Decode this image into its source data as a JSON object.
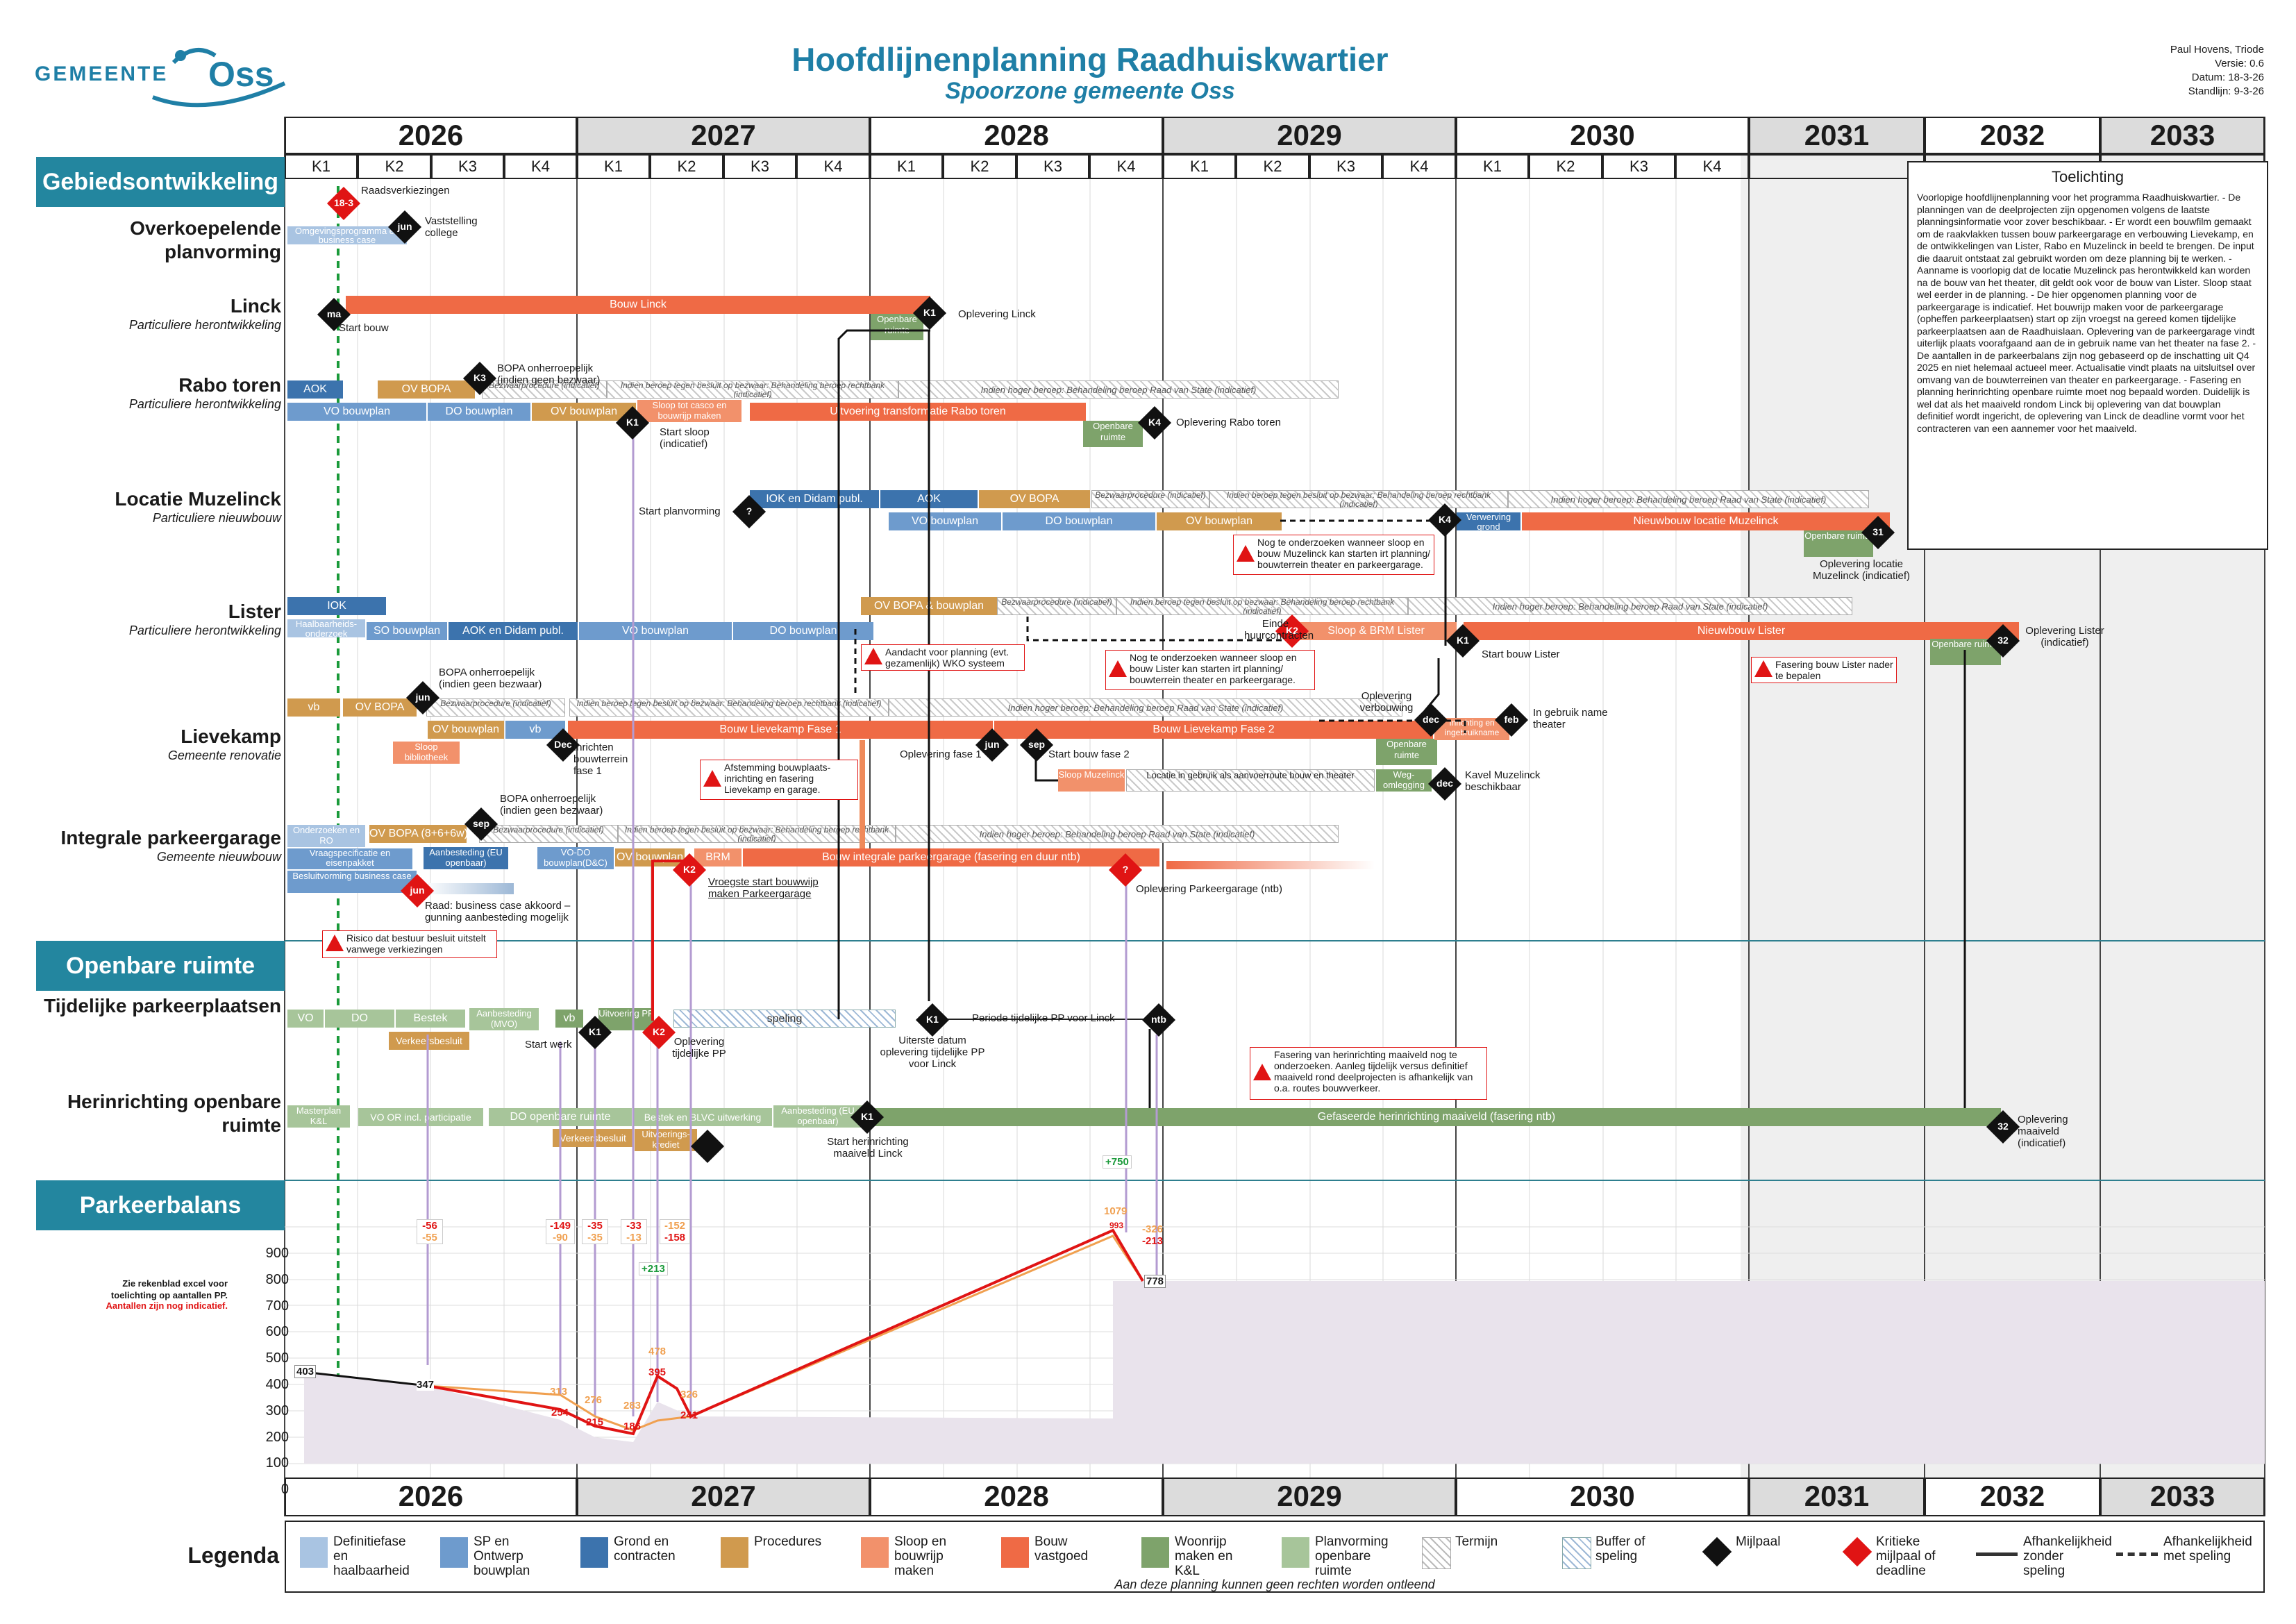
{
  "header": {
    "title": "Hoofdlijnenplanning Raadhuiskwartier",
    "subtitle": "Spoorzone gemeente Oss",
    "meta": [
      "Paul Hovens, Triode",
      "Versie: 0.6",
      "Datum: 18-3-26",
      "Standlijn: 9-3-26"
    ],
    "logo_left": "GEMEENTE",
    "logo_right": "Oss"
  },
  "years_top": [
    "2026",
    "2027",
    "2028",
    "2029",
    "2030",
    "2031",
    "2032",
    "2033"
  ],
  "quarters": [
    "K1",
    "K2",
    "K3",
    "K4"
  ],
  "sections": {
    "gebied": "Gebiedsontwikkeling",
    "openbaar": "Openbare ruimte",
    "parkeer": "Parkeerbalans"
  },
  "rows": {
    "overkoepelend": {
      "main": "Overkoepelende planvorming",
      "sub": ""
    },
    "linck": {
      "main": "Linck",
      "sub": "Particuliere herontwikkeling"
    },
    "rabo": {
      "main": "Rabo toren",
      "sub": "Particuliere herontwikkeling"
    },
    "muzelinck": {
      "main": "Locatie Muzelinck",
      "sub": "Particuliere nieuwbouw"
    },
    "lister": {
      "main": "Lister",
      "sub": "Particuliere herontwikkeling"
    },
    "lievekamp": {
      "main": "Lievekamp",
      "sub": "Gemeente renovatie"
    },
    "parkeergarage": {
      "main": "Integrale parkeergarage",
      "sub": "Gemeente nieuwbouw"
    },
    "tijdelijk": {
      "main": "Tijdelijke parkeerplaatsen",
      "sub": ""
    },
    "herinrichting": {
      "main": "Herinrichting openbare ruimte",
      "sub": ""
    }
  },
  "bars": {
    "ov_prog": "Omgevingsprogramma en business case",
    "bouw_linck": "Bouw Linck",
    "openbare_ruimte": "Openbare ruimte",
    "aok": "AOK",
    "ov_bopa": "OV BOPA",
    "bezwaar": "Bezwaarprocedure (indicatief)",
    "beroep_rb": "Indien beroep tegen besluit op bezwaar: Behandeling beroep rechtbank (indicatief)",
    "beroep_rvs": "Indien hoger beroep: Behandeling beroep Raad van State (indicatief)",
    "vo_bouwplan": "VO bouwplan",
    "do_bouwplan": "DO bouwplan",
    "ov_bouwplan": "OV bouwplan",
    "sloop_casco": "Sloop tot casco en bouwrijp maken",
    "uitvoering_rabo": "Uitvoering transformatie Rabo toren",
    "iok_didam": "IOK en Didam publ.",
    "ov_bopa2": "OV BOPA",
    "verwerving": "Verwerving grond",
    "nieuwbouw_muz": "Nieuwbouw locatie Muzelinck",
    "iok": "IOK",
    "haalbaarheid": "Haalbaarheids-onderzoek",
    "so_bouwplan": "SO bouwplan",
    "aok_didam": "AOK en Didam publ.",
    "ov_bopa_bouwplan": "OV BOPA & bouwplan",
    "sloop_brm": "Sloop & BRM Lister",
    "nieuwbouw_lister": "Nieuwbouw Lister",
    "vb": "vb",
    "ov_bopa3": "OV BOPA",
    "sloop_bib": "Sloop bibliotheek",
    "bouw_lk1": "Bouw Lievekamp Fase 1",
    "bouw_lk2": "Bouw Lievekamp Fase 2",
    "sloop_muz": "Sloop Muzelinck",
    "locatie_gebruik": "Locatie in gebruik als aanvoerroute bouw en theater",
    "ingebruikname": "Inrichting en ingebruikname",
    "weg_omlegging": "Weg-omlegging",
    "onderzoeken_ro": "Onderzoeken en RO",
    "ov_bopa_6w": "OV BOPA (8+6+6w)",
    "vraagspec": "Vraagspecificatie en eisenpakket",
    "besluit_bc": "Besluitvorming business case",
    "aanbesteding_eu": "Aanbesteding (EU openbaar)",
    "vo_do_bouwplan": "VO-DO bouwplan(D&C)",
    "brm": "BRM",
    "bouw_ipg": "Bouw integrale parkeergarage (fasering en duur ntb)",
    "vo": "VO",
    "do": "DO",
    "bestek": "Bestek",
    "aanbesteding_mvo": "Aanbesteding (MVO)",
    "uitvoering_pp": "Uitvoering PP",
    "speling": "speling",
    "verkeersbesluit": "Verkeersbesluit",
    "masterplan": "Masterplan K&L",
    "vo_or": "VO OR incl. participatie",
    "do_or": "DO openbare ruimte",
    "bestek_blvc": "Bestek en BLVC uitwerking",
    "aanbesteding_eu2": "Aanbesteding (EU openbaar)",
    "gefaseerde": "Gefaseerde herinrichting maaiveld (fasering ntb)",
    "uitvoeringskrediet": "Uitvoerings-krediet"
  },
  "milestones": {
    "m_18_3": "18-3",
    "m_jun": "jun",
    "m_ma": "ma",
    "m_k1": "K1",
    "m_k2": "K2",
    "m_k3": "K3",
    "m_k4": "K4",
    "m_q": "?",
    "m_31": "31",
    "m_32": "32",
    "m_dec": "Dec",
    "m_dec2": "dec",
    "m_sep": "sep",
    "m_feb": "feb",
    "m_ntb": "ntb"
  },
  "notes": {
    "raadsverkiezingen": "Raadsverkiezingen",
    "vaststelling": "Vaststelling college",
    "start_bouw": "Start bouw",
    "oplevering_linck": "Oplevering Linck",
    "bopa_onher": "BOPA onherroepelijk (indien geen bezwaar)",
    "start_sloop": "Start sloop (indicatief)",
    "oplevering_rabo": "Oplevering Rabo toren",
    "start_planvorming": "Start planvorming",
    "oplevering_muz": "Oplevering locatie Muzelinck (indicatief)",
    "einde_huur": "Einde huurcontracten",
    "start_bouw_lister": "Start bouw Lister",
    "oplevering_lister": "Oplevering Lister (indicatief)",
    "bopa_onher2": "BOPA onherroepelijk (indien geen bezwaar)",
    "inrichten": "Inrichten bouwterrein fase 1",
    "oplevering_fase1": "Oplevering fase 1",
    "start_bouw_fase2": "Start bouw fase 2",
    "oplevering_verbouwing": "Oplevering verbouwing",
    "in_gebruik": "In gebruik name theater",
    "kavel": "Kavel Muzelinck beschikbaar",
    "bopa_onher3": "BOPA onherroepelijk (indien geen bezwaar)",
    "raad_bc": "Raad: business case akkoord – gunning aanbesteding mogelijk",
    "vroegste": "Vroegste start bouwwijp maken Parkeergarage",
    "oplevering_pg": "Oplevering Parkeergarage (ntb)",
    "start_werk": "Start werk",
    "oplevering_tpp": "Oplevering tijdelijke PP",
    "uiterste": "Uiterste datum oplevering tijdelijke PP voor Linck",
    "periode_tpp": "Periode tijdelijke PP voor Linck",
    "start_herinrichting": "Start herinrichting maaiveld Linck",
    "oplevering_maaiveld": "Oplevering maaiveld (indicatief)",
    "rekenblad": "Zie rekenblad excel voor toelichting op aantallen PP.",
    "aantallen": "Aantallen zijn nog indicatief.",
    "disclaimer": "Aan deze planning kunnen geen rechten worden ontleend"
  },
  "warnings": {
    "w_wko": "Aandacht voor planning (evt. gezamenlijk) WKO systeem",
    "w_lister": "Nog te onderzoeken wanneer sloop en bouw Lister kan starten irt planning/ bouwterrein theater en parkeergarage.",
    "w_muz": "Nog te onderzoeken wanneer sloop en bouw Muzelinck kan starten irt planning/ bouwterrein theater en parkeergarage.",
    "w_fasering": "Fasering bouw Lister nader te bepalen",
    "w_afstemming": "Afstemming bouwplaats-inrichting en fasering Lievekamp en garage.",
    "w_risico": "Risico dat bestuur besluit uitstelt vanwege verkiezingen",
    "w_herinrichting": "Fasering van herinrichting maaiveld nog te onderzoeken. Aanleg tijdelijk versus definitief maaiveld rond deelprojecten is afhankelijk van o.a. routes bouwverkeer."
  },
  "toelichting": {
    "title": "Toelichting",
    "text": "Voorlopige hoofdlijnenplanning voor het programma Raadhuiskwartier. - De planningen van de deelprojecten zijn opgenomen volgens de laatste planningsinformatie voor zover beschikbaar. - Er wordt een bouwfilm gemaakt om de raakvlakken tussen bouw parkeergarage en verbouwing Lievekamp, en de ontwikkelingen van Lister, Rabo en Muzelinck in beeld te brengen. De input die daaruit ontstaat zal gebruikt worden om deze planning bij te werken. - Aanname is voorlopig dat de locatie Muzelinck pas herontwikkeld kan worden na de bouw van het theater, dit geldt ook voor de bouw van Lister. Sloop staat wel eerder in de planning. - De hier opgenomen planning voor de parkeergarage is indicatief. Het bouwrijp maken voor de parkeergarage (opheffen parkeerplaatsen) start op zijn vroegst na gereed komen tijdelijke parkeerplaatsen aan de Raadhuislaan. Oplevering van de parkeergarage vindt uiterlijk plaats voorafgaand aan de in gebruik name van het theater na fase 2. - De aantallen in de parkeerbalans zijn nog gebaseerd op de inschatting uit Q4 2025 en niet helemaal actueel meer. Actualisatie vindt plaats na uitsluitsel over omvang van de bouwterreinen van theater en parkeergarage. - Fasering en planning herinrichting openbare ruimte moet nog bepaald worden. Duidelijk is wel dat als het maaiveld rondom Linck bij oplevering van dat bouwplan definitief wordt ingericht, de oplevering van Linck de deadline vormt voor het contracteren van een aannemer voor het maaiveld."
  },
  "parkeer": {
    "yaxis": [
      "900",
      "800",
      "700",
      "600",
      "500",
      "400",
      "300",
      "200",
      "100",
      "0"
    ],
    "labels": {
      "v403": "403",
      "v347": "347",
      "v254": "254",
      "v215": "215",
      "v186": "186",
      "v395": "395",
      "v241": "241",
      "v778": "778",
      "o313": "313",
      "o276": "276",
      "o283": "283",
      "o478": "478",
      "o326": "326",
      "o1079": "1079",
      "r993": "993"
    },
    "deltas": {
      "d1a": "-56",
      "d1b": "-55",
      "d2a": "-149",
      "d2b": "-90",
      "d3a": "-35",
      "d3b": "-35",
      "d4a": "-33",
      "d4b": "-13",
      "d5a": "-152",
      "d5b": "-158",
      "d6": "+213",
      "d7": "+750",
      "d8a": "-326",
      "d8b": "-213"
    }
  },
  "legend": {
    "title": "Legenda",
    "items": [
      {
        "label": "Definitiefase en haalbaarheid",
        "color": "#a9c4e2"
      },
      {
        "label": "SP en Ontwerp bouwplan",
        "color": "#6e9bcd"
      },
      {
        "label": "Grond en contracten",
        "color": "#3c73ad"
      },
      {
        "label": "Procedures",
        "color": "#d09a4e"
      },
      {
        "label": "Sloop en bouwrijp maken",
        "color": "#f2916b"
      },
      {
        "label": "Bouw vastgoed",
        "color": "#ef6a45"
      },
      {
        "label": "Woonrijp maken en K&L",
        "color": "#7ea36b"
      },
      {
        "label": "Planvorming openbare ruimte",
        "color": "#a7c59a"
      },
      {
        "label": "Termijn",
        "color": "hatch-grey"
      },
      {
        "label": "Buffer of speling",
        "color": "hatch-blue"
      },
      {
        "label": "Mijlpaal",
        "color": "#111111"
      },
      {
        "label": "Kritieke mijlpaal of deadline",
        "color": "#e01414"
      },
      {
        "label": "Afhankelijkheid zonder speling",
        "color": "arrow-solid"
      },
      {
        "label": "Afhankelijkheid met speling",
        "color": "arrow-dashed"
      }
    ]
  }
}
